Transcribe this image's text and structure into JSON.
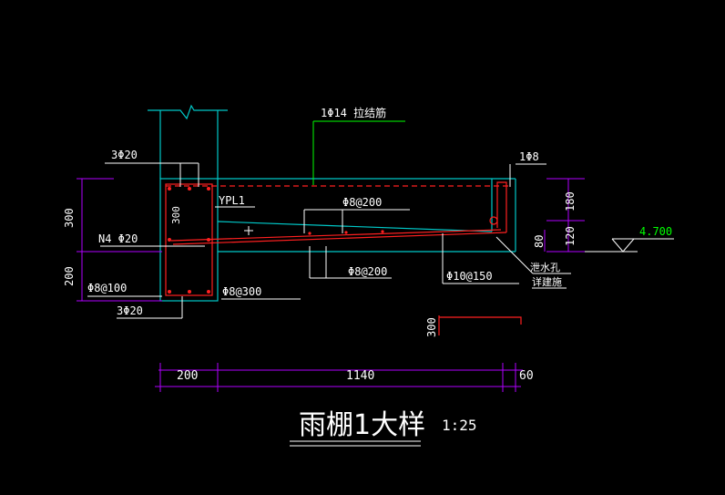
{
  "drawing": {
    "title": "雨棚1大样",
    "scale": "1:25",
    "beam_label": "YPL1",
    "beam_top_bars": "3Φ20",
    "beam_bottom_bars": "3Φ20",
    "beam_side_bars": "N4 Φ20",
    "beam_stirrup": "Φ8@100",
    "beam_dim_upper": "300",
    "beam_dim_lower": "200",
    "beam_inner_dim": "300",
    "slab_top_bar": "1Φ14 拉结筋",
    "slab_bar_1": "Φ8@200",
    "slab_bar_2": "Φ8@200",
    "slab_bar_3": "Φ8@300",
    "slab_bar_4": "Φ10@150",
    "edge_bar": "1Φ8",
    "drain_note_1": "泄水孔",
    "drain_note_2": "详建施",
    "edge_dim_top": "180",
    "edge_dim_mid": "120",
    "edge_dim_low": "80",
    "elevation": "4.700",
    "pipe_dim": "300",
    "bottom_dim_1": "200",
    "bottom_dim_2": "1140",
    "bottom_dim_3": "60"
  },
  "colors": {
    "background": "#000000",
    "concrete": "#00c8c8",
    "rebar": "#ff2020",
    "leader": "#ffffff",
    "dimension": "#b000ff",
    "elevation": "#00ff00"
  }
}
